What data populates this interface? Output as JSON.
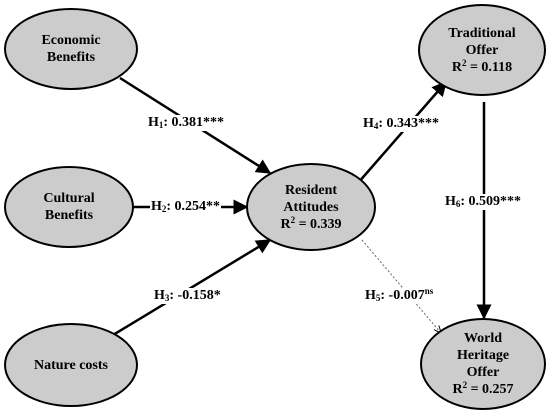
{
  "colors": {
    "node_fill": "#cccccc",
    "stroke": "#000000",
    "dashed_stroke": "#666666"
  },
  "nodes": {
    "economic": {
      "line1": "Economic",
      "line2": "Benefits"
    },
    "cultural": {
      "line1": "Cultural",
      "line2": "Benefits"
    },
    "nature": {
      "line1": "Nature costs"
    },
    "resident": {
      "line1": "Resident",
      "line2": "Attitudes",
      "r2_label": "R",
      "r2_exp": "2",
      "r2_value": " = 0.339"
    },
    "traditional": {
      "line1": "Traditional",
      "line2": "Offer",
      "r2_label": "R",
      "r2_exp": "2",
      "r2_value": " = 0.118"
    },
    "world": {
      "line1": "World",
      "line2": "Heritage",
      "line3": "Offer",
      "r2_label": "R",
      "r2_exp": "2",
      "r2_value": " = 0.257"
    }
  },
  "paths": {
    "h1": {
      "letter": "H",
      "num": "1",
      "value": ": 0.381***"
    },
    "h2": {
      "letter": "H",
      "num": "2",
      "value": ": 0.254**"
    },
    "h3": {
      "letter": "H",
      "num": "3",
      "value": ": -0.158*"
    },
    "h4": {
      "letter": "H",
      "num": "4",
      "value": ": 0.343***"
    },
    "h5": {
      "letter": "H",
      "num": "5",
      "value": ": -0.007",
      "sig": "ns"
    },
    "h6": {
      "letter": "H",
      "num": "6",
      "value": ": 0.509***"
    }
  }
}
